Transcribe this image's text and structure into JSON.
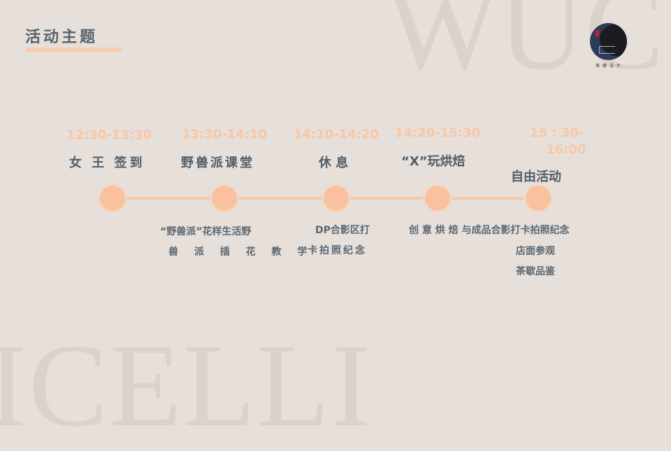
{
  "header": {
    "title": "活动主题"
  },
  "watermark": {
    "top_text": "WUC",
    "bottom_text": "ICELLI"
  },
  "logo": {
    "caption": "琢·磨·设·计"
  },
  "colors": {
    "background": "#e6dfda",
    "accent": "#f9c19d",
    "time_text": "#f8c7a4",
    "heading_text": "#4f5e69"
  },
  "timeline": {
    "items": [
      {
        "time": "12:30-13:30",
        "name": "女 王 签到",
        "desc": []
      },
      {
        "time": "13:30-14:10",
        "name": "野兽派课堂",
        "desc": [
          "“野兽派”花样生活野",
          "兽 派 插 花 教 学"
        ]
      },
      {
        "time": "14:10-14:20",
        "name": "休 息",
        "desc": [
          "DP合影区打",
          "卡拍照纪念"
        ]
      },
      {
        "time": "14:20-15:30",
        "name": "“X”玩烘焙",
        "desc": [
          "创 意 烘 焙 与成品合影打卡拍照纪念"
        ]
      },
      {
        "time_line1": "15 : 30-",
        "time_line2": "16:00",
        "name": "自由活动",
        "desc": [
          "店面参观",
          "茶歇品鉴"
        ]
      }
    ]
  }
}
